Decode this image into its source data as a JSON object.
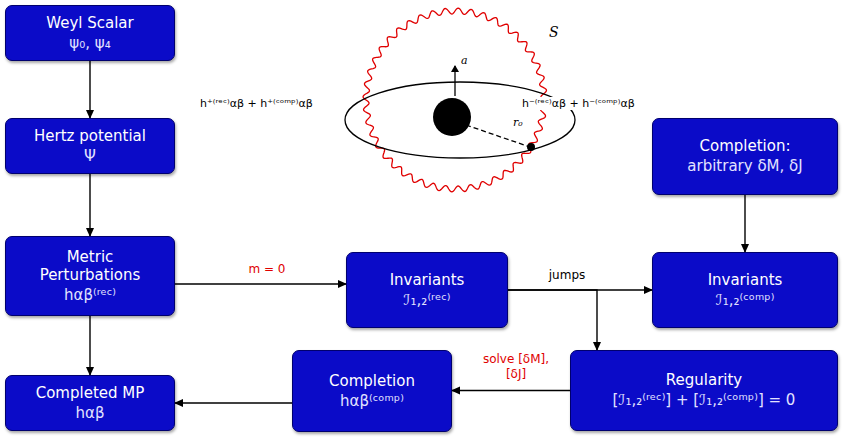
{
  "diagram": {
    "nodes": [
      {
        "text": [
          "Weyl Scalar",
          "ψ₀, ψ₄"
        ]
      },
      {
        "text": [
          "Hertz potential",
          "Ψ"
        ]
      },
      {
        "text": [
          "Metric Perturbations",
          "hαβ⁽ʳᵉᶜ⁾"
        ]
      },
      {
        "text": [
          "Completed MP",
          "hαβ"
        ]
      },
      {
        "text": [
          "Invariants",
          "ℐ₁,₂⁽ʳᵉᶜ⁾"
        ]
      },
      {
        "text": [
          "Completion:",
          "arbitrary δM, δJ"
        ]
      },
      {
        "text": [
          "Invariants",
          "ℐ₁,₂⁽ᶜᵒᵐᵖ⁾"
        ]
      },
      {
        "text": [
          "Regularity",
          "[ℐ₁,₂⁽ʳᵉᶜ⁾] + [ℐ₁,₂⁽ᶜᵒᵐᵖ⁾] = 0"
        ]
      },
      {
        "text": [
          "Completion",
          "hαβ⁽ᶜᵒᵐᵖ⁾"
        ]
      }
    ],
    "edges": [
      {
        "from": 0,
        "to": 1,
        "arrow": "to"
      },
      {
        "from": 1,
        "to": 2,
        "arrow": "to"
      },
      {
        "from": 2,
        "to": 3,
        "arrow": "to"
      },
      {
        "from": 2,
        "to": 4,
        "label": "m = 0",
        "arrow": "to"
      },
      {
        "from": 5,
        "to": 6,
        "arrow": "to"
      },
      {
        "from": 4,
        "to": 6,
        "label": "jumps",
        "arrow": "to"
      },
      {
        "from": 4,
        "to": 7,
        "arrow": "to"
      },
      {
        "from": 7,
        "to": 8,
        "label": "solve [δM], [δJ]",
        "arrow": "to"
      },
      {
        "from": 8,
        "to": 3,
        "arrow": "to"
      }
    ],
    "labels": [
      "h⁺⁽ʳᵉᶜ⁾αβ + h⁺⁽ᶜᵒᵐᵖ⁾αβ",
      "h⁻⁽ʳᵉᶜ⁾αβ + h⁻⁽ᶜᵒᵐᵖ⁾αβ",
      "S",
      "a",
      "r₀"
    ]
  }
}
